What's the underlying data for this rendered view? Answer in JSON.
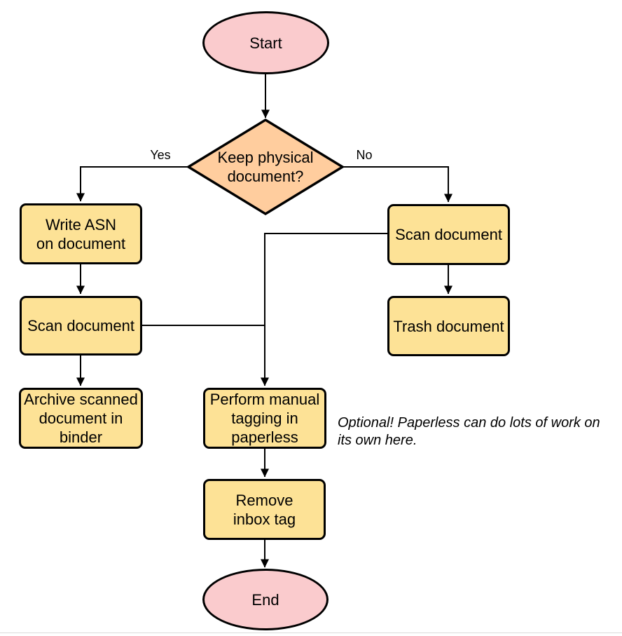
{
  "diagram": {
    "nodes": {
      "start": {
        "label": "Start",
        "shape": "ellipse",
        "fill": "#FACBCD"
      },
      "decision": {
        "label": "Keep physical\ndocument?",
        "shape": "diamond",
        "fill": "#FFCD9E"
      },
      "write_asn": {
        "label": "Write ASN\non document",
        "shape": "rect",
        "fill": "#FDE296"
      },
      "scan_left": {
        "label": "Scan document",
        "shape": "rect",
        "fill": "#FDE296"
      },
      "archive": {
        "label": "Archive scanned\ndocument in\nbinder",
        "shape": "rect",
        "fill": "#FDE296"
      },
      "scan_right": {
        "label": "Scan document",
        "shape": "rect",
        "fill": "#FDE296"
      },
      "trash": {
        "label": "Trash document",
        "shape": "rect",
        "fill": "#FDE296"
      },
      "tagging": {
        "label": "Perform manual\ntagging in\npaperless",
        "shape": "rect",
        "fill": "#FDE296"
      },
      "remove_inbox": {
        "label": "Remove\ninbox tag",
        "shape": "rect",
        "fill": "#FDE296"
      },
      "end": {
        "label": "End",
        "shape": "ellipse",
        "fill": "#FACBCD"
      }
    },
    "edge_labels": {
      "yes": "Yes",
      "no": "No"
    },
    "annotation": "Optional! Paperless can do lots of work on\nits own here.",
    "colors": {
      "stroke": "#000000",
      "background": "#FFFFFF",
      "terminator_fill": "#FACBCD",
      "decision_fill": "#FFCD9E",
      "process_fill": "#FDE296",
      "bottom_divider": "#DCDCDC"
    }
  }
}
